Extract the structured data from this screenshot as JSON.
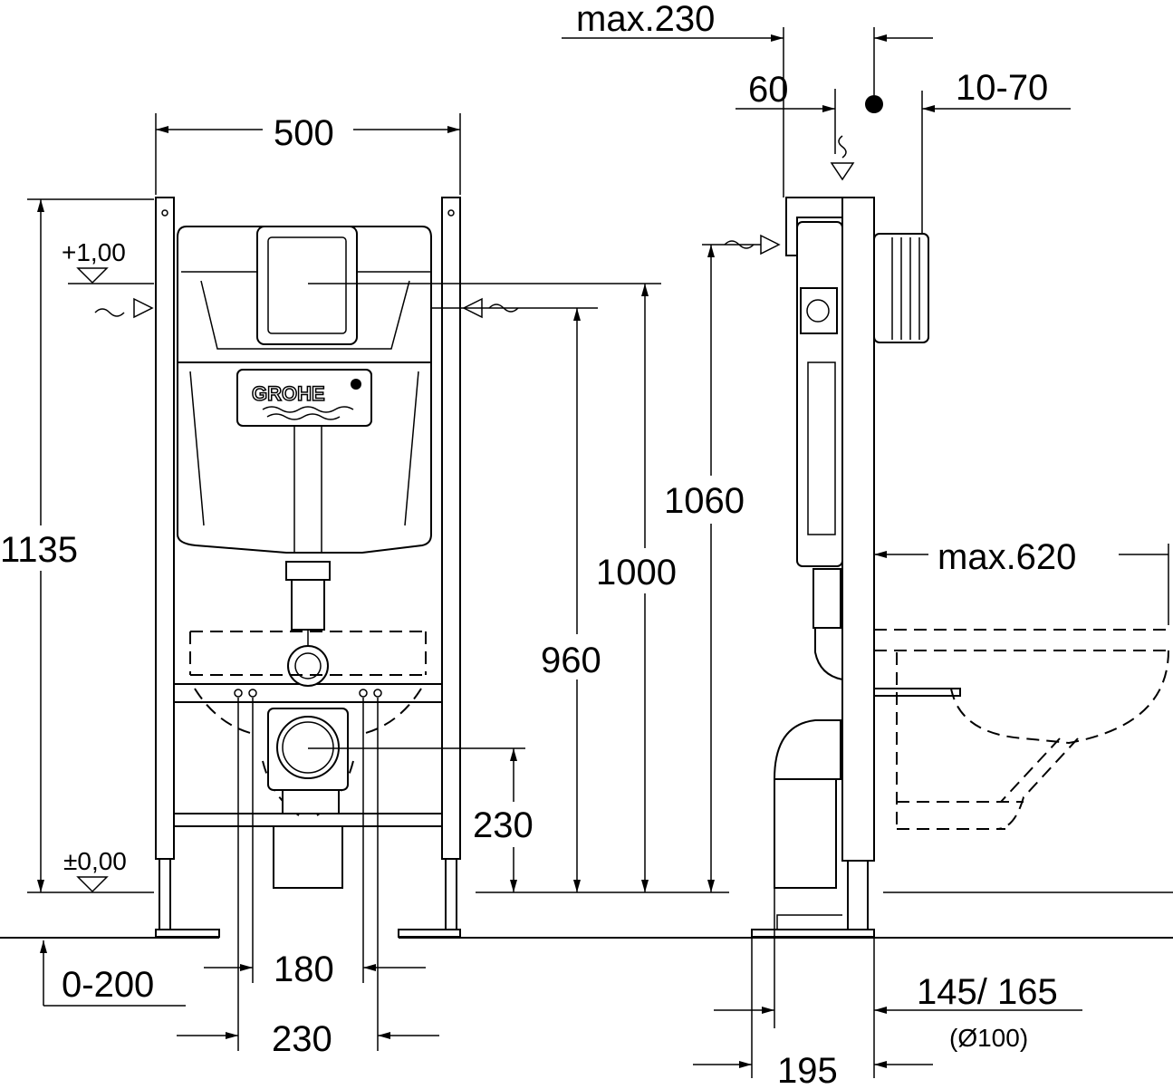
{
  "front_view": {
    "width": "500",
    "height_total": "1135",
    "level_top": "+1,00",
    "level_zero": "±0,00",
    "h_1000": "1000",
    "h_960": "960",
    "h_230": "230",
    "floor_adjust": "0-200",
    "bolt_spacing_180": "180",
    "bolt_spacing_230": "230",
    "brand_logo": "GROHE"
  },
  "side_view": {
    "max_230": "max.230",
    "d_60": "60",
    "d_10_70": "10-70",
    "h_1060": "1060",
    "max_620": "max.620",
    "outlet": "145/ 165",
    "outlet_diameter": "(Ø100)",
    "depth_195": "195"
  }
}
